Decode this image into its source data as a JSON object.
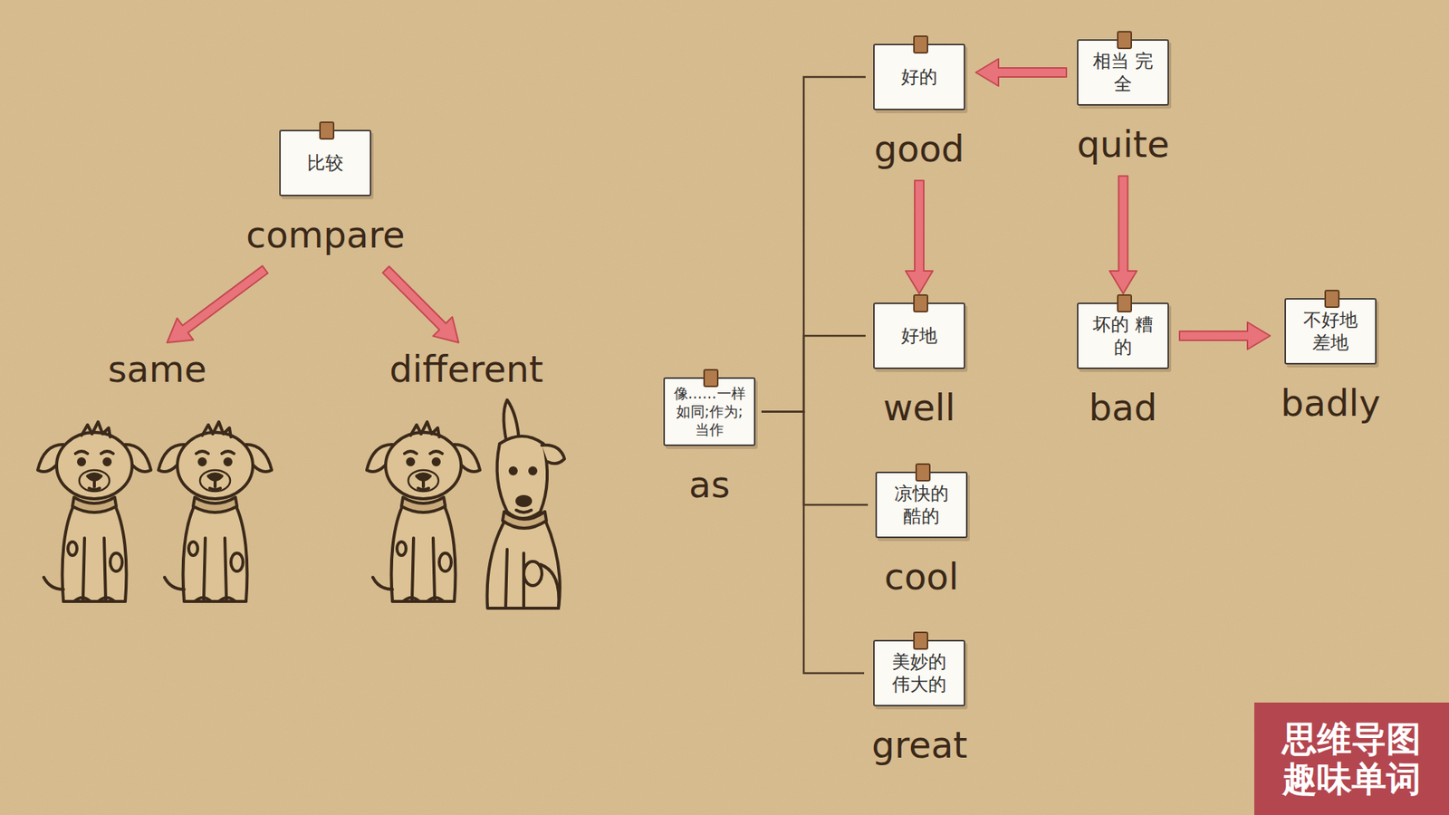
{
  "diagram": {
    "nodes": [
      {
        "text": [
          "比较",
          "compare"
        ]
      },
      {
        "text": [
          "same"
        ]
      },
      {
        "text": [
          "different"
        ]
      },
      {
        "text": [
          "好的",
          "good"
        ]
      },
      {
        "text": [
          "相当 完全",
          "quite"
        ]
      },
      {
        "text": [
          "好地",
          "well"
        ]
      },
      {
        "text": [
          "坏的 糟的",
          "bad"
        ]
      },
      {
        "text": [
          "不好地 差地",
          "badly"
        ]
      },
      {
        "text": [
          "像……一样 如同;作为;当作",
          "as"
        ]
      },
      {
        "text": [
          "凉快的 酷的",
          "cool"
        ]
      },
      {
        "text": [
          "美妙的 伟大的",
          "great"
        ]
      }
    ],
    "edges": [
      {
        "from": 0,
        "to": 1,
        "arrow": "to"
      },
      {
        "from": 0,
        "to": 2,
        "arrow": "to"
      },
      {
        "from": 4,
        "to": 3,
        "arrow": "to"
      },
      {
        "from": 3,
        "to": 5,
        "arrow": "to"
      },
      {
        "from": 4,
        "to": 6,
        "arrow": "to"
      },
      {
        "from": 6,
        "to": 7,
        "arrow": "to"
      },
      {
        "from": 8,
        "to": 3,
        "arrow": "none"
      },
      {
        "from": 8,
        "to": 5,
        "arrow": "none"
      },
      {
        "from": 8,
        "to": 9,
        "arrow": "none"
      },
      {
        "from": 8,
        "to": 10,
        "arrow": "none"
      }
    ],
    "labels": [
      "思维导图 趣味单词"
    ]
  }
}
